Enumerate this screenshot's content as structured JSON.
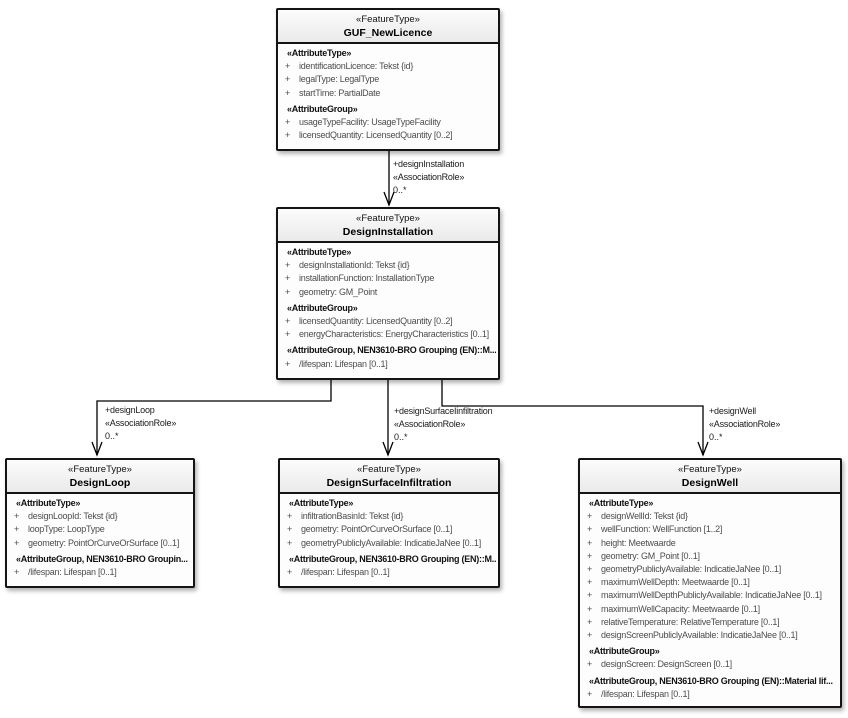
{
  "diagram": {
    "background_color": "#ffffff",
    "box_border_color": "#141414",
    "header_fill": "#eaeaea",
    "attribute_text_color": "#4d4d4d"
  },
  "classes": {
    "guf": {
      "stereotype": "«FeatureType»",
      "name": "GUF_NewLicence",
      "rows": [
        {
          "kind": "stereo",
          "text": "«AttributeType»"
        },
        {
          "kind": "attr",
          "vis": "+",
          "text": "identificationLicence: Tekst {id}"
        },
        {
          "kind": "attr",
          "vis": "+",
          "text": "legalType: LegalType"
        },
        {
          "kind": "attr",
          "vis": "+",
          "text": "startTime: PartialDate"
        },
        {
          "kind": "stereo",
          "text": "«AttributeGroup»"
        },
        {
          "kind": "attr",
          "vis": "+",
          "text": "usageTypeFacility: UsageTypeFacility"
        },
        {
          "kind": "attr",
          "vis": "+",
          "text": "licensedQuantity: LicensedQuantity [0..2]"
        }
      ]
    },
    "installation": {
      "stereotype": "«FeatureType»",
      "name": "DesignInstallation",
      "rows": [
        {
          "kind": "stereo",
          "text": "«AttributeType»"
        },
        {
          "kind": "attr",
          "vis": "+",
          "text": "designInstallationId: Tekst {id}"
        },
        {
          "kind": "attr",
          "vis": "+",
          "text": "installationFunction: InstallationType"
        },
        {
          "kind": "attr",
          "vis": "+",
          "text": "geometry: GM_Point"
        },
        {
          "kind": "stereo",
          "text": "«AttributeGroup»"
        },
        {
          "kind": "attr",
          "vis": "+",
          "text": "licensedQuantity: LicensedQuantity [0..2]"
        },
        {
          "kind": "attr",
          "vis": "+",
          "text": "energyCharacteristics: EnergyCharacteristics [0..1]"
        },
        {
          "kind": "stereo",
          "text": "«AttributeGroup, NEN3610-BRO Grouping (EN)::M..."
        },
        {
          "kind": "attr",
          "vis": "+",
          "text": "/lifespan: Lifespan [0..1]"
        }
      ]
    },
    "loop": {
      "stereotype": "«FeatureType»",
      "name": "DesignLoop",
      "rows": [
        {
          "kind": "stereo",
          "text": "«AttributeType»"
        },
        {
          "kind": "attr",
          "vis": "+",
          "text": "designLoopId: Tekst {id}"
        },
        {
          "kind": "attr",
          "vis": "+",
          "text": "loopType: LoopType"
        },
        {
          "kind": "attr",
          "vis": "+",
          "text": "geometry: PointOrCurveOrSurface [0..1]"
        },
        {
          "kind": "stereo",
          "text": "«AttributeGroup, NEN3610-BRO Groupin..."
        },
        {
          "kind": "attr",
          "vis": "+",
          "text": "/lifespan: Lifespan [0..1]"
        }
      ]
    },
    "surface": {
      "stereotype": "«FeatureType»",
      "name": "DesignSurfaceInfiltration",
      "rows": [
        {
          "kind": "stereo",
          "text": "«AttributeType»"
        },
        {
          "kind": "attr",
          "vis": "+",
          "text": "infiltrationBasinId: Tekst {id}"
        },
        {
          "kind": "attr",
          "vis": "+",
          "text": "geometry: PointOrCurveOrSurface [0..1]"
        },
        {
          "kind": "attr",
          "vis": "+",
          "text": "geometryPubliclyAvailable: IndicatieJaNee [0..1]"
        },
        {
          "kind": "stereo",
          "text": "«AttributeGroup, NEN3610-BRO Grouping (EN)::M..."
        },
        {
          "kind": "attr",
          "vis": "+",
          "text": "/lifespan: Lifespan [0..1]"
        }
      ]
    },
    "well": {
      "stereotype": "«FeatureType»",
      "name": "DesignWell",
      "rows": [
        {
          "kind": "stereo",
          "text": "«AttributeType»"
        },
        {
          "kind": "attr",
          "vis": "+",
          "text": "designWellId: Tekst {id}"
        },
        {
          "kind": "attr",
          "vis": "+",
          "text": "wellFunction: WellFunction [1..2]"
        },
        {
          "kind": "attr",
          "vis": "+",
          "text": "height: Meetwaarde"
        },
        {
          "kind": "attr",
          "vis": "+",
          "text": "geometry: GM_Point [0..1]"
        },
        {
          "kind": "attr",
          "vis": "+",
          "text": "geometryPubliclyAvailable: IndicatieJaNee [0..1]"
        },
        {
          "kind": "attr",
          "vis": "+",
          "text": "maximumWellDepth: Meetwaarde [0..1]"
        },
        {
          "kind": "attr",
          "vis": "+",
          "text": "maximumWellDepthPubliclyAvailable: IndicatieJaNee [0..1]"
        },
        {
          "kind": "attr",
          "vis": "+",
          "text": "maximumWellCapacity: Meetwaarde [0..1]"
        },
        {
          "kind": "attr",
          "vis": "+",
          "text": "relativeTemperature: RelativeTemperature [0..1]"
        },
        {
          "kind": "attr",
          "vis": "+",
          "text": "designScreenPubliclyAvailable: IndicatieJaNee [0..1]"
        },
        {
          "kind": "stereo",
          "text": "«AttributeGroup»"
        },
        {
          "kind": "attr",
          "vis": "+",
          "text": "designScreen: DesignScreen [0..1]"
        },
        {
          "kind": "stereo",
          "text": "«AttributeGroup, NEN3610-BRO Grouping (EN)::Material lif..."
        },
        {
          "kind": "attr",
          "vis": "+",
          "text": "/lifespan: Lifespan [0..1]"
        }
      ]
    }
  },
  "connectors": [
    {
      "role": "+designInstallation",
      "stereotype": "«AssociationRole»",
      "multiplicity": "0..*"
    },
    {
      "role": "+designLoop",
      "stereotype": "«AssociationRole»",
      "multiplicity": "0..*"
    },
    {
      "role": "+designSurfaceIinfiltration",
      "stereotype": "«AssociationRole»",
      "multiplicity": "0..*"
    },
    {
      "role": "+designWell",
      "stereotype": "«AssociationRole»",
      "multiplicity": "0..*"
    }
  ]
}
